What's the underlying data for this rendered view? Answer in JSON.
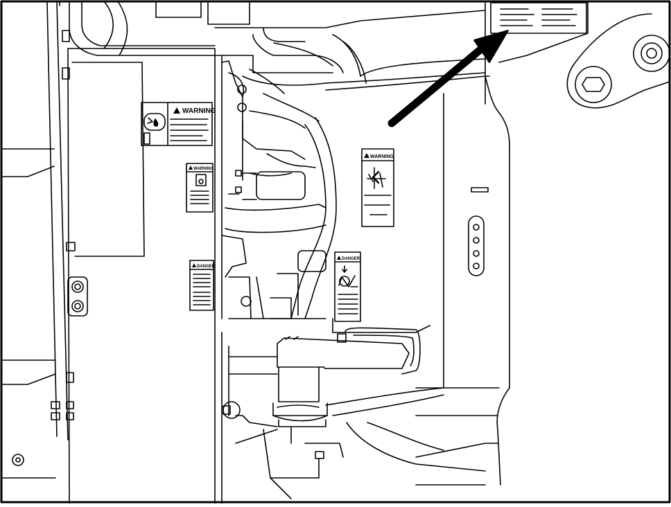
{
  "labels": {
    "warning_1": "WARNING",
    "warning_2": "WARNING",
    "warning_3": "WARNING",
    "danger_1": "DANGER",
    "danger_2": "DANGER"
  },
  "colors": {
    "line": "#000000",
    "background": "#ffffff"
  }
}
